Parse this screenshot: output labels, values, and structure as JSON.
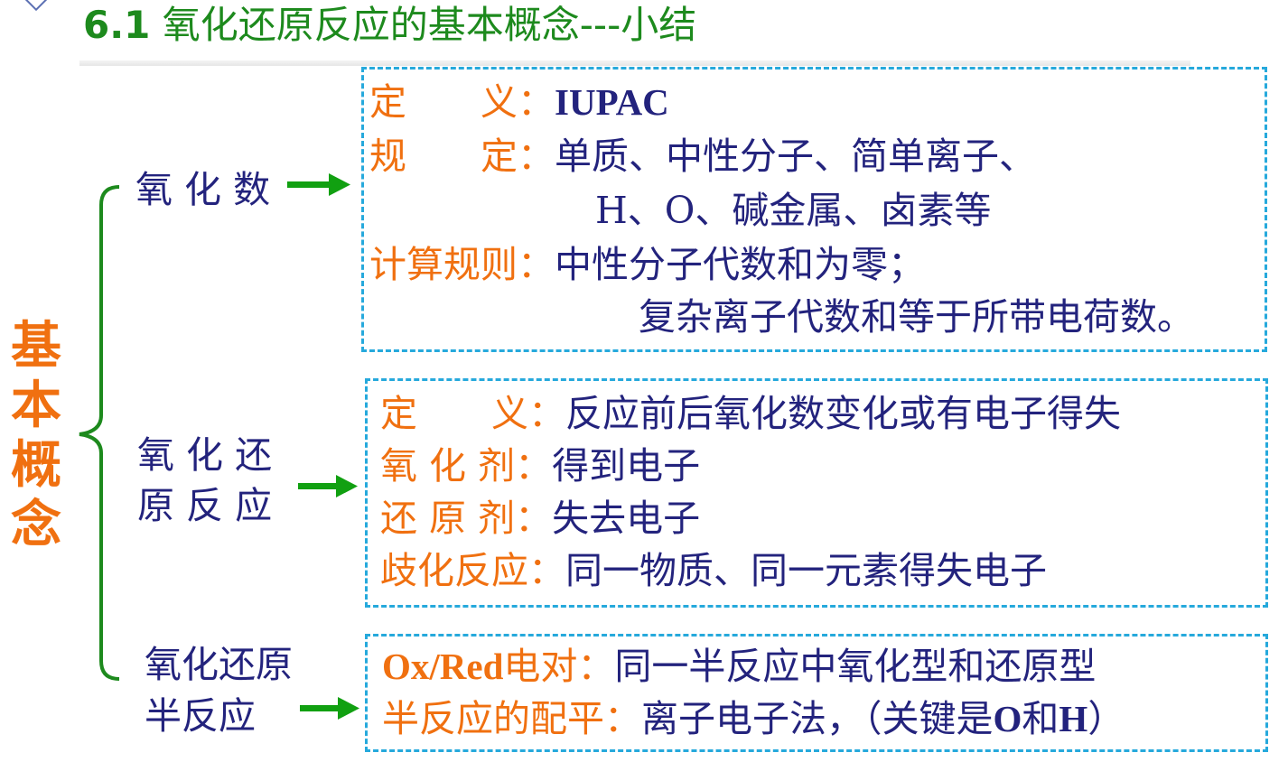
{
  "title": {
    "number": "6.1",
    "text": "氧化还原反应的基本概念---小结"
  },
  "root_label": "基本概念",
  "branches": {
    "oxidation_number": {
      "label": "氧 化 数",
      "rows": [
        {
          "key": "定　　义：",
          "value": "IUPAC"
        },
        {
          "key": "规　　定：",
          "value": "单质、中性分子、简单离子、"
        },
        {
          "key": "",
          "value": "H、O、碱金属、卤素等"
        },
        {
          "key": "计算规则：",
          "value": "中性分子代数和为零；"
        },
        {
          "key": "",
          "value": "复杂离子代数和等于所带电荷数。"
        }
      ]
    },
    "redox_reaction": {
      "label_line1": "氧 化 还",
      "label_line2": "原 反 应",
      "rows": [
        {
          "key": "定　　义：",
          "value": "反应前后氧化数变化或有电子得失"
        },
        {
          "key": "氧 化 剂：",
          "value": "得到电子"
        },
        {
          "key": "还 原 剂：",
          "value": "失去电子"
        },
        {
          "key": "歧化反应：",
          "value": "同一物质、同一元素得失电子"
        }
      ]
    },
    "half_reaction": {
      "label_line1": "氧化还原",
      "label_line2": "半反应",
      "rows": [
        {
          "key_bold": "Ox/Red",
          "key": "电对：",
          "value": "同一半反应中氧化型和还原型"
        },
        {
          "key": "半反应的配平：",
          "value_a": "离子电子法，（关键是",
          "value_b": "O",
          "value_c": "和",
          "value_d": "H",
          "value_e": "）"
        }
      ]
    }
  },
  "colors": {
    "title": "#1d8a1d",
    "bracket": "#1d8a1d",
    "arrow": "#11a011",
    "root_label": "#f07010",
    "key_text": "#f07010",
    "value_text": "#23237d",
    "box_border": "#26a9dc"
  }
}
